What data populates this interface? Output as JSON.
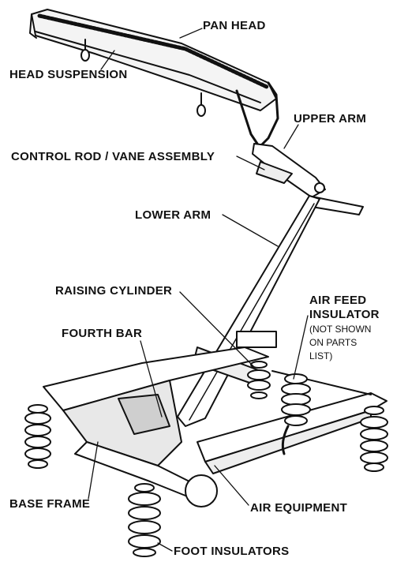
{
  "labels": {
    "pan_head": "PAN HEAD",
    "head_suspension": "HEAD SUSPENSION",
    "upper_arm": "UPPER ARM",
    "control_rod": "CONTROL ROD / VANE ASSEMBLY",
    "lower_arm": "LOWER ARM",
    "raising_cylinder": "RAISING CYLINDER",
    "air_feed_insulator_1": "AIR FEED",
    "air_feed_insulator_2": "INSULATOR",
    "air_feed_note_1": "(NOT SHOWN",
    "air_feed_note_2": "ON PARTS",
    "air_feed_note_3": "LIST)",
    "fourth_bar": "FOURTH BAR",
    "base_frame": "BASE FRAME",
    "air_equipment": "AIR EQUIPMENT",
    "foot_insulators": "FOOT INSULATORS"
  },
  "colors": {
    "ink": "#111111",
    "paper": "#ffffff",
    "shade": "#cfcfcf"
  }
}
